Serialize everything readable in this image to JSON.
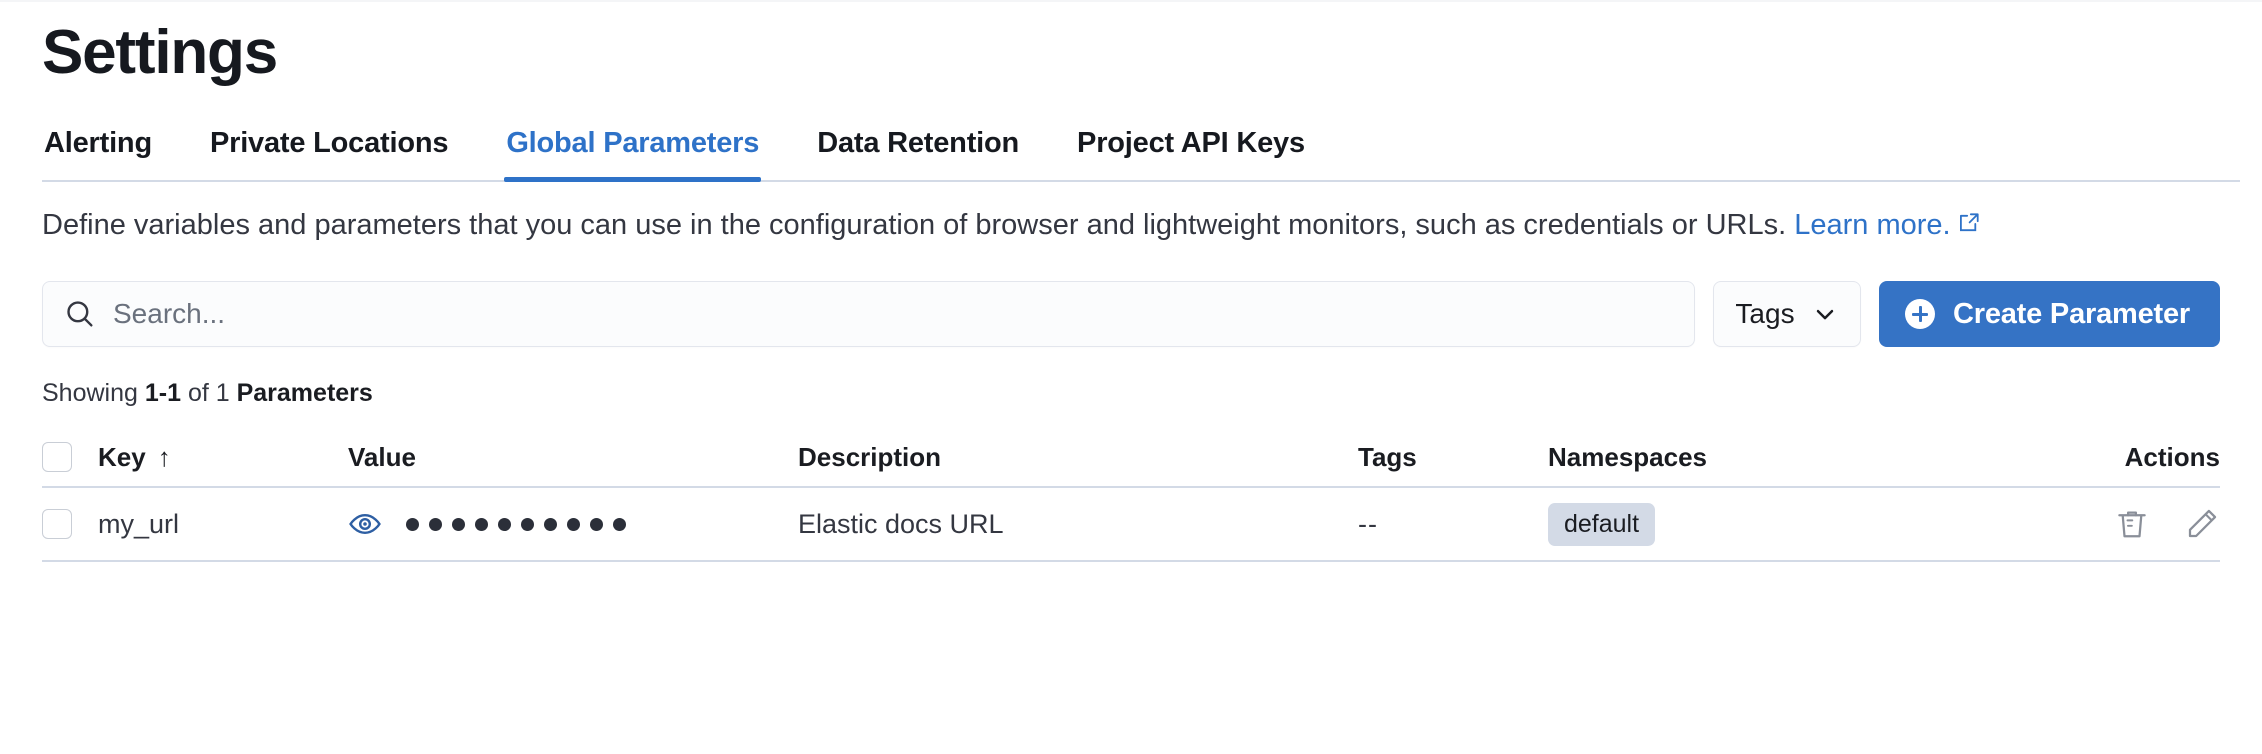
{
  "header": {
    "title": "Settings"
  },
  "tabs": [
    {
      "label": "Alerting",
      "active": false
    },
    {
      "label": "Private Locations",
      "active": false
    },
    {
      "label": "Global Parameters",
      "active": true
    },
    {
      "label": "Data Retention",
      "active": false
    },
    {
      "label": "Project API Keys",
      "active": false
    }
  ],
  "description": {
    "text": "Define variables and parameters that you can use in the configuration of browser and lightweight monitors, such as credentials or URLs. ",
    "link_label": "Learn more.",
    "link_icon": "external-link-icon"
  },
  "toolbar": {
    "search_placeholder": "Search...",
    "search_value": "",
    "search_icon": "search-icon",
    "tags_label": "Tags",
    "tags_caret_icon": "chevron-down-icon",
    "create_label": "Create Parameter",
    "create_icon": "plus-circle-icon"
  },
  "showing": {
    "prefix": "Showing ",
    "range": "1-1",
    "middle": " of 1 ",
    "noun": "Parameters"
  },
  "table": {
    "columns": {
      "key": "Key",
      "key_sort_icon": "↑",
      "value": "Value",
      "description": "Description",
      "tags": "Tags",
      "namespaces": "Namespaces",
      "actions": "Actions"
    },
    "rows": [
      {
        "key": "my_url",
        "value_masked": "••••••••••",
        "value_dot_count": 10,
        "value_toggle_icon": "eye-icon",
        "description": "Elastic docs URL",
        "tags": "--",
        "namespaces": "default",
        "actions": [
          {
            "icon": "trash-icon",
            "name": "delete-parameter-button"
          },
          {
            "icon": "pencil-icon",
            "name": "edit-parameter-button"
          }
        ]
      }
    ]
  },
  "colors": {
    "accent": "#3573c5",
    "link": "#2e72c8",
    "text": "#1a1c21",
    "muted": "#6a717d",
    "border": "#d3dae6",
    "badge_bg": "#d3dae6"
  }
}
